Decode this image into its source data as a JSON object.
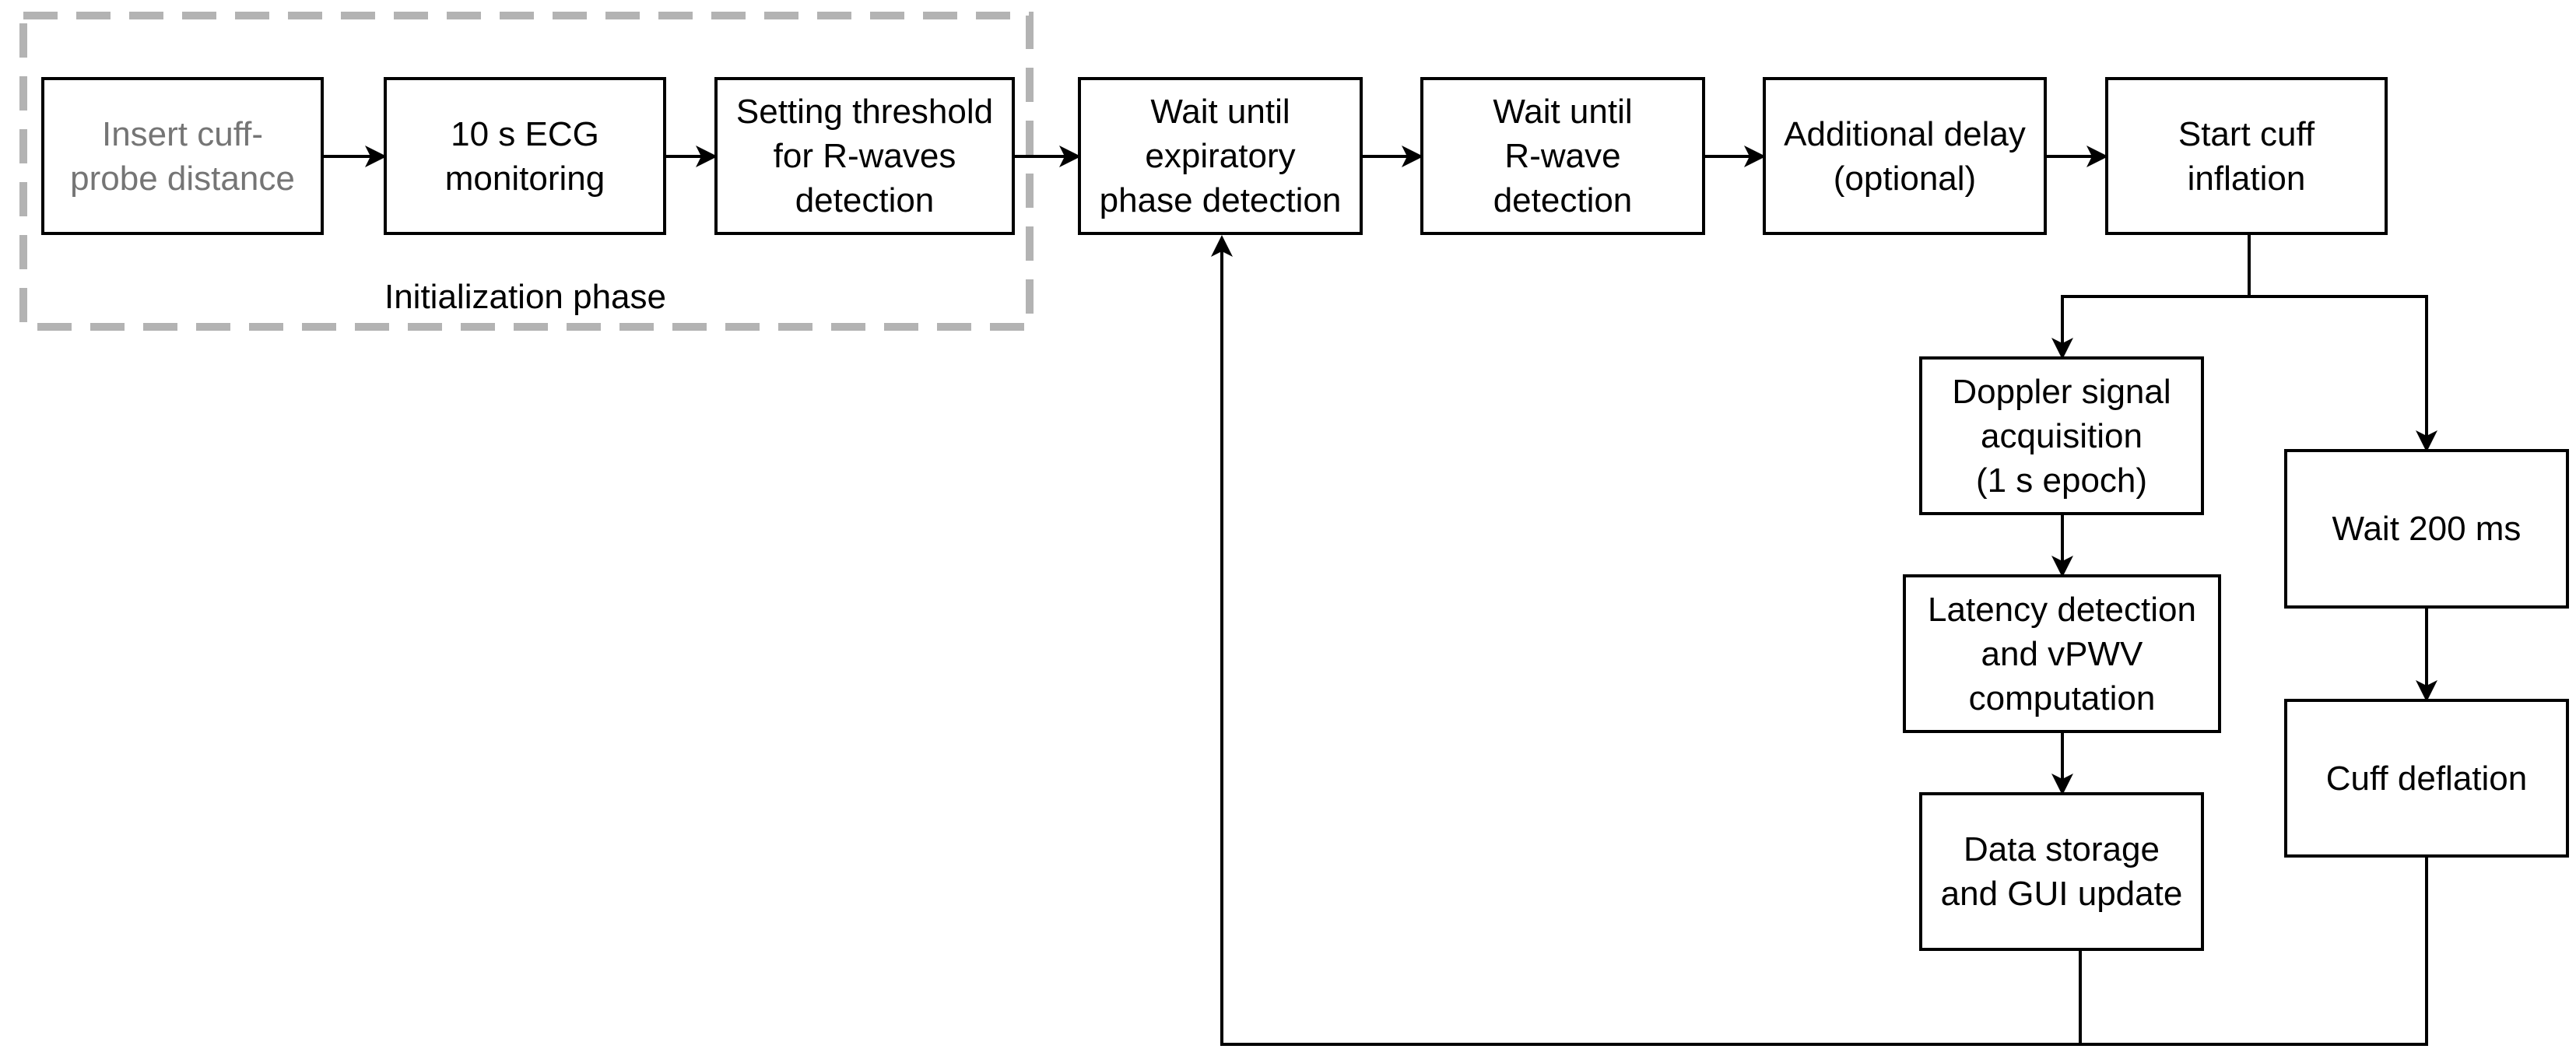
{
  "initialization": {
    "label": "Initialization phase",
    "border_color": "#b3b3b3"
  },
  "steps": {
    "insert_distance": "Insert cuff-\nprobe distance",
    "ecg_monitoring": "10 s ECG\nmonitoring",
    "threshold": "Setting threshold\nfor R-waves\ndetection",
    "wait_expiratory": "Wait until\nexpiratory\nphase detection",
    "wait_rwave": "Wait until\nR-wave\ndetection",
    "additional_delay": "Additional delay\n(optional)",
    "start_inflation": "Start cuff\ninflation",
    "doppler": "Doppler signal\nacquisition\n(1 s epoch)",
    "latency": "Latency detection\nand vPWV\ncomputation",
    "storage": "Data storage\nand GUI update",
    "wait_200": "Wait 200 ms",
    "deflation": "Cuff deflation"
  },
  "colors": {
    "line": "#000000",
    "muted_text": "#757575",
    "dashed_border": "#b3b3b3"
  }
}
